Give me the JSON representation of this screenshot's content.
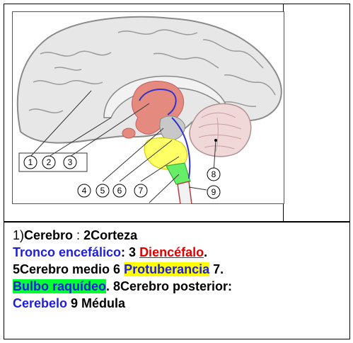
{
  "diagram": {
    "markers": [
      "1",
      "2",
      "3",
      "4",
      "5",
      "6",
      "7",
      "8",
      "9"
    ]
  },
  "caption": {
    "l1_num": "1)",
    "l1_cerebro": "Cerebro",
    "l1_sep": " : ",
    "l1_corteza": "2Corteza",
    "l2_tronco": "Tronco encefálico",
    "l2_3": ": 3 ",
    "l2_diencefalo": "Diencéfalo",
    "l2_dot": ".",
    "l3_medio": "5Cerebro medio 6 ",
    "l3_protuberancia": "Protuberancia",
    "l3_7": " 7.",
    "l4_bulbo": "Bulbo raquídeo",
    "l4_posterior": ". 8Cerebro posterior:",
    "l5_cerebelo": "Cerebelo",
    "l5_medula": " 9 Médula"
  },
  "colors": {
    "cortex": "#e7e7e7",
    "cortex_stroke": "#8a8a8a",
    "cerebellum": "#f0d8d8",
    "diencephalon": "#e58a7f",
    "midbrain": "#c8c8c8",
    "pons": "#ffff66",
    "medulla": "#66ee66",
    "tract": "#3333cc"
  }
}
